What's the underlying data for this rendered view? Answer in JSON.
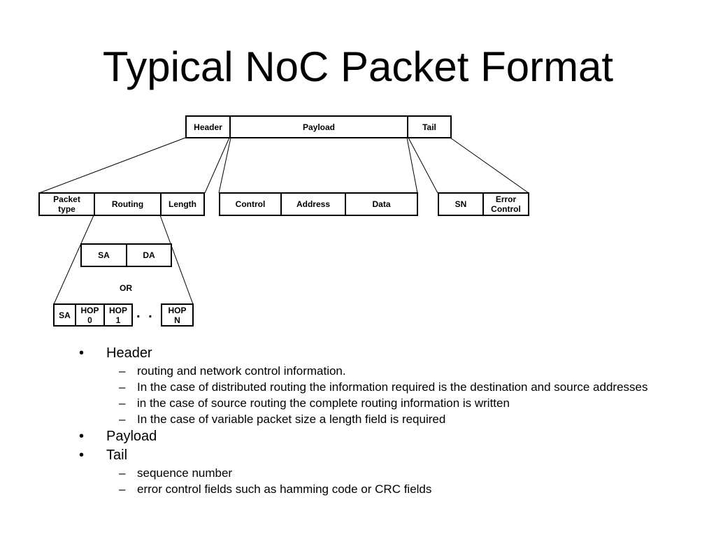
{
  "title": "Typical NoC Packet Format",
  "diagram": {
    "top_row": {
      "header": "Header",
      "payload": "Payload",
      "tail": "Tail"
    },
    "header_fields": {
      "packet_type": "Packet type",
      "routing": "Routing",
      "length": "Length"
    },
    "payload_fields": {
      "control": "Control",
      "address": "Address",
      "data": "Data"
    },
    "tail_fields": {
      "sn": "SN",
      "error_control": "Error Control"
    },
    "distributed_routing": {
      "sa": "SA",
      "da": "DA"
    },
    "or_label": "OR",
    "source_routing": {
      "sa": "SA",
      "hop0": "HOP 0",
      "hop1": "HOP 1",
      "ellipsis": ". . .",
      "hopn": "HOP N"
    }
  },
  "bullets": [
    {
      "text": "Header",
      "sub": [
        "routing and network control information.",
        "In the case of distributed routing the information required is the destination and source addresses",
        "in the case of source routing the complete routing information is written",
        "In the case of variable packet size a length field is required"
      ]
    },
    {
      "text": "Payload",
      "sub": []
    },
    {
      "text": "Tail",
      "sub": [
        "sequence number",
        "error control fields such as hamming code or CRC fields"
      ]
    }
  ]
}
